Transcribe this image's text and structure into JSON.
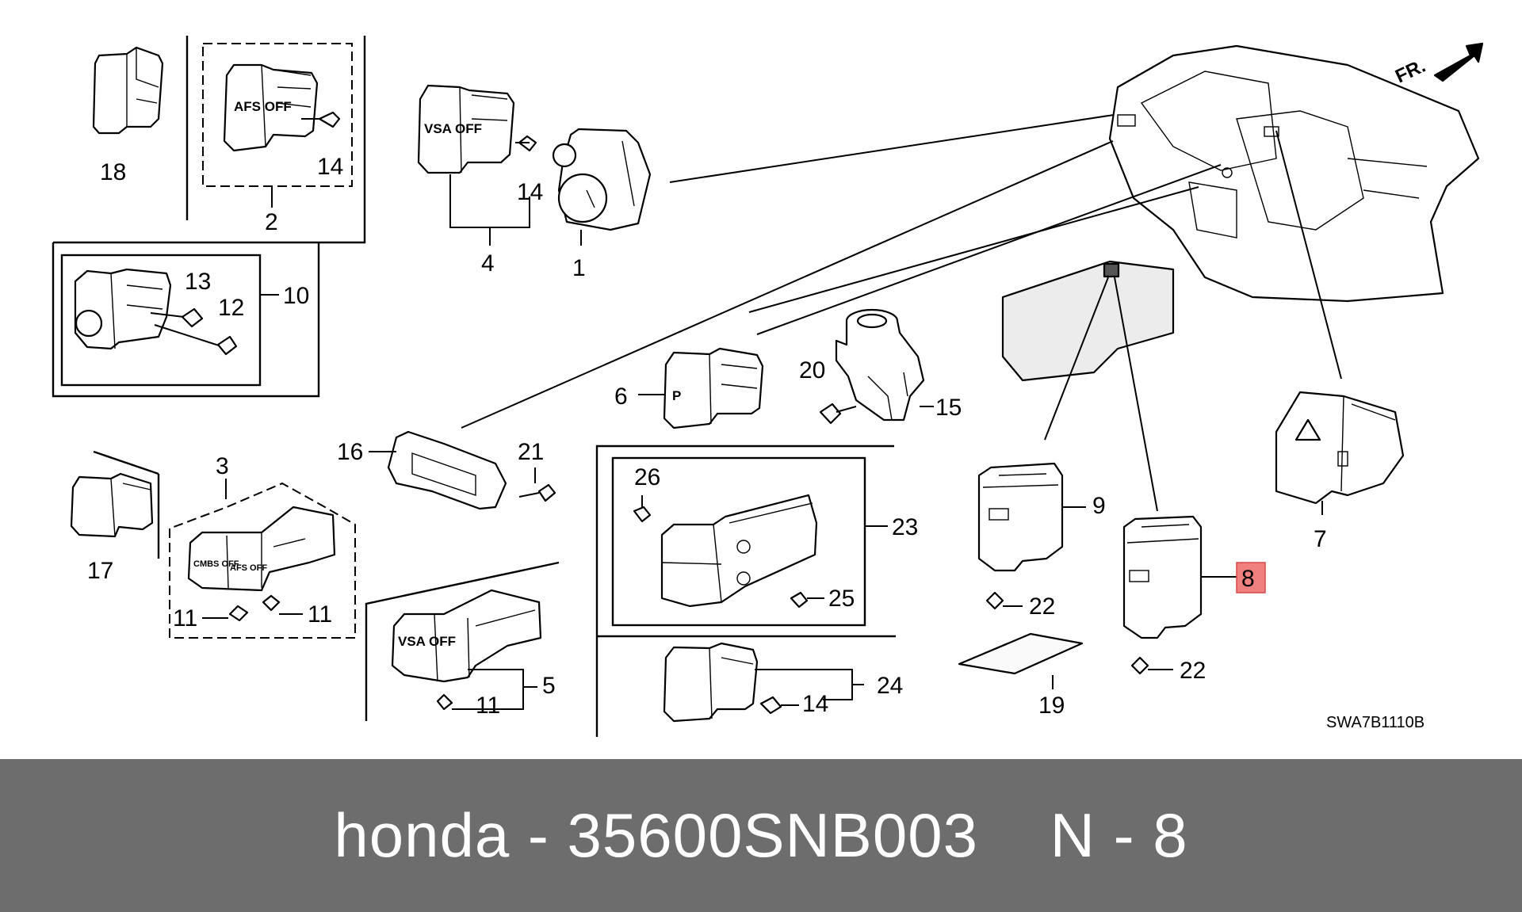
{
  "diagram": {
    "front_arrow": "FR.",
    "code": "SWA7B1110B",
    "callouts": {
      "c1": "1",
      "c2": "2",
      "c3": "3",
      "c4": "4",
      "c5": "5",
      "c6": "6",
      "c7": "7",
      "c8": "8",
      "c9": "9",
      "c10": "10",
      "c11a": "11",
      "c11b": "11",
      "c11c": "11",
      "c12": "12",
      "c13": "13",
      "c14a": "14",
      "c14b": "14",
      "c14c": "14",
      "c15": "15",
      "c16": "16",
      "c17": "17",
      "c18": "18",
      "c19": "19",
      "c20": "20",
      "c21": "21",
      "c22a": "22",
      "c22b": "22",
      "c23": "23",
      "c24": "24",
      "c25": "25",
      "c26": "26"
    },
    "switch_labels": {
      "afs_off": "AFS OFF",
      "vsa_off_4": "VSA OFF",
      "vsa_off_5": "VSA OFF",
      "cmbs_off": "CMBS OFF",
      "afs_off_3": "AFS OFF"
    },
    "highlight_color": "#f08080"
  },
  "footer": {
    "brand": "honda",
    "separator": "-",
    "part_number": "35600SNB003",
    "gap": "    ",
    "diagram_ref": "N - 8",
    "background": "#6d6d6d"
  }
}
